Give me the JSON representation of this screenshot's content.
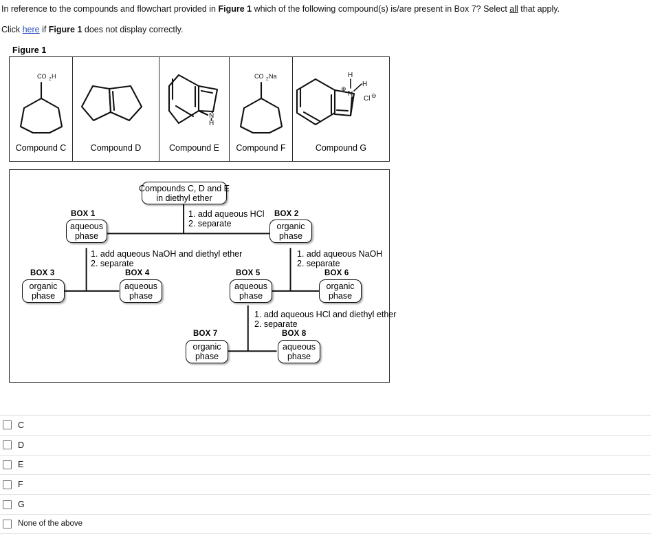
{
  "question": {
    "stem_part1": "In reference to the compounds and flowchart provided in ",
    "stem_figure": "Figure 1",
    "stem_part2": " which of the following compound(s) is/are present in Box 7? Select ",
    "stem_all": "all",
    "stem_part3": " that apply.",
    "note_part1": "Click ",
    "note_link": "here",
    "note_part2": " if ",
    "note_figure": "Figure 1",
    "note_part3": " does not display correctly."
  },
  "figure": {
    "caption": "Figure 1",
    "compounds": [
      {
        "id": "C",
        "label": "Compound C",
        "structure": "cycloheptane-carboxylic-acid",
        "substituent": "CO2H"
      },
      {
        "id": "D",
        "label": "Compound D",
        "structure": "bicyclopentylidene-alkene",
        "substituent": ""
      },
      {
        "id": "E",
        "label": "Compound E",
        "structure": "indole",
        "substituent": "N-H"
      },
      {
        "id": "F",
        "label": "Compound F",
        "structure": "sodium-cycloheptane-carboxylate",
        "substituent": "CO2Na"
      },
      {
        "id": "G",
        "label": "Compound G",
        "structure": "indolinium-chloride",
        "substituent": "NH2+ Cl-"
      }
    ]
  },
  "flowchart": {
    "start": {
      "line1": "Compounds C, D and E",
      "line2": "in diethyl ether"
    },
    "steps": {
      "step_a_line1": "1. add aqueous HCl",
      "step_a_line2": "2. separate",
      "step_b_line1": "1. add aqueous NaOH and diethyl ether",
      "step_b_line2": "2. separate",
      "step_c_line1": "1. add aqueous NaOH",
      "step_c_line2": "2. separate",
      "step_d_line1": "1. add aqueous HCl and diethyl ether",
      "step_d_line2": "2. separate"
    },
    "boxes": [
      {
        "name": "BOX 1",
        "line1": "aqueous",
        "line2": "phase"
      },
      {
        "name": "BOX 2",
        "line1": "organic",
        "line2": "phase"
      },
      {
        "name": "BOX 3",
        "line1": "organic",
        "line2": "phase"
      },
      {
        "name": "BOX 4",
        "line1": "aqueous",
        "line2": "phase"
      },
      {
        "name": "BOX 5",
        "line1": "aqueous",
        "line2": "phase"
      },
      {
        "name": "BOX 6",
        "line1": "organic",
        "line2": "phase"
      },
      {
        "name": "BOX 7",
        "line1": "organic",
        "line2": "phase"
      },
      {
        "name": "BOX 8",
        "line1": "aqueous",
        "line2": "phase"
      }
    ]
  },
  "options": [
    {
      "label": "C",
      "checked": false
    },
    {
      "label": "D",
      "checked": false
    },
    {
      "label": "E",
      "checked": false
    },
    {
      "label": "F",
      "checked": false
    },
    {
      "label": "G",
      "checked": false
    },
    {
      "label": "None of the above",
      "checked": false
    }
  ],
  "colors": {
    "link": "#2a4fbd",
    "text": "#111111",
    "border": "#2b2b2b",
    "row_divider": "#e3e3e3"
  }
}
